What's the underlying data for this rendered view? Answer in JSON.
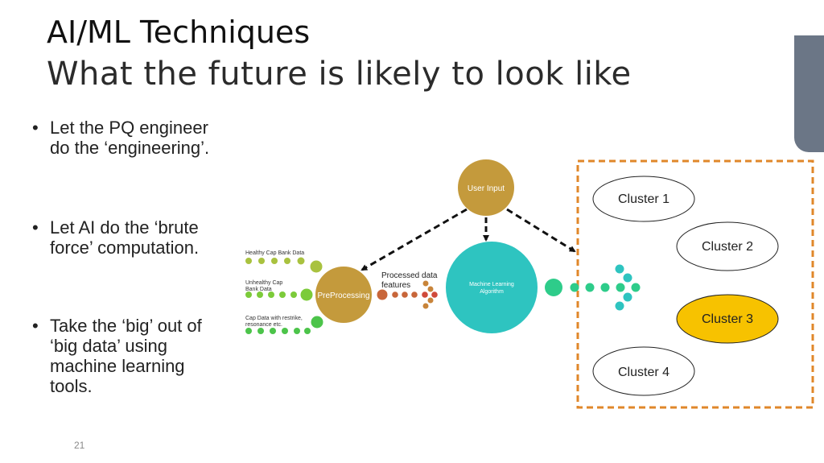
{
  "slide": {
    "title": "AI/ML Techniques",
    "subtitle": "What the future is likely to look like",
    "page_number": "21"
  },
  "bullets": [
    "Let the PQ engineer do the ‘engineering’.",
    "Let AI do the ‘brute force’ computation.",
    "Take the ‘big’ out of ‘big data’ using machine learning tools."
  ],
  "diagram": {
    "inputs": {
      "healthy": "Healthy Cap Bank Data",
      "unhealthy_line1": "Unhealthy Cap",
      "unhealthy_line2": "Bank Data",
      "restrike_line1": "Cap Data with restrike,",
      "restrike_line2": "resonance etc."
    },
    "preprocessing": "PreProcessing",
    "processed_line1": "Processed data",
    "processed_line2": "features",
    "user_input": "User Input",
    "ml_line1": "Machine Learning",
    "ml_line2": "Algorithm",
    "clusters": [
      "Cluster 1",
      "Cluster 2",
      "Cluster 3",
      "Cluster 4"
    ]
  },
  "colors": {
    "healthy_dots": "#a9c23f",
    "unhealthy_dots": "#7ccb3a",
    "restrike_dots": "#4cc44a",
    "gold_node": "#c49a3c",
    "ml_node": "#2ec4c0",
    "processed_dots": "#c8663a",
    "dashed_box": "#e0872a",
    "highlight_cluster": "#f7c200",
    "accent_tab": "#6b7686"
  }
}
